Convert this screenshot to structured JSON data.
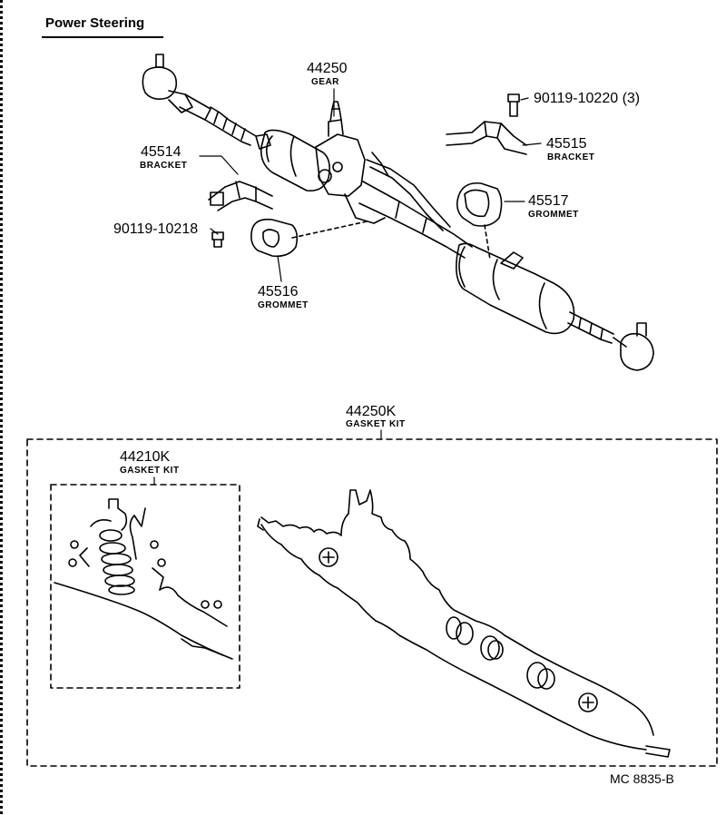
{
  "title": "Power Steering",
  "code": "MC  8835-B",
  "parts": [
    {
      "number": "44250",
      "caption": "GEAR"
    },
    {
      "number": "90119-10220 (3)",
      "caption": ""
    },
    {
      "number": "45514",
      "caption": "BRACKET"
    },
    {
      "number": "45515",
      "caption": "BRACKET"
    },
    {
      "number": "45517",
      "caption": "GROMMET"
    },
    {
      "number": "90119-10218",
      "caption": ""
    },
    {
      "number": "45516",
      "caption": "GROMMET"
    },
    {
      "number": "44250K",
      "caption": "GASKET KIT"
    },
    {
      "number": "44210K",
      "caption": "GASKET KIT"
    }
  ]
}
